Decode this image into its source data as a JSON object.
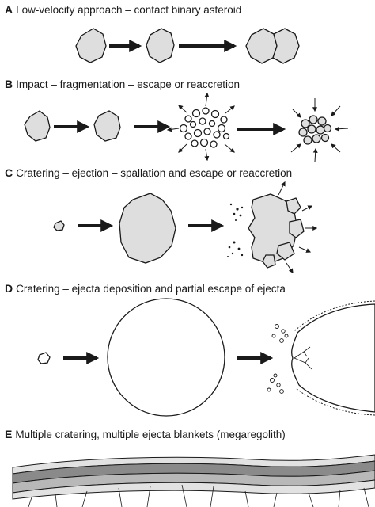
{
  "panels": [
    {
      "letter": "A",
      "caption": "Low-velocity approach – contact binary asteroid"
    },
    {
      "letter": "B",
      "caption": "Impact – fragmentation – escape or reaccretion"
    },
    {
      "letter": "C",
      "caption": "Cratering – ejection – spallation and escape or reaccretion"
    },
    {
      "letter": "D",
      "caption": "Cratering – ejecta deposition and partial escape of ejecta"
    },
    {
      "letter": "E",
      "caption": "Multiple cratering, multiple ejecta blankets (megaregolith)"
    }
  ],
  "colors": {
    "body_fill": "#dedede",
    "stroke": "#1a1a1a",
    "layer_dark": "#8a8a8a",
    "layer_mid": "#b8b8b8",
    "layer_light": "#e2e2e2"
  }
}
